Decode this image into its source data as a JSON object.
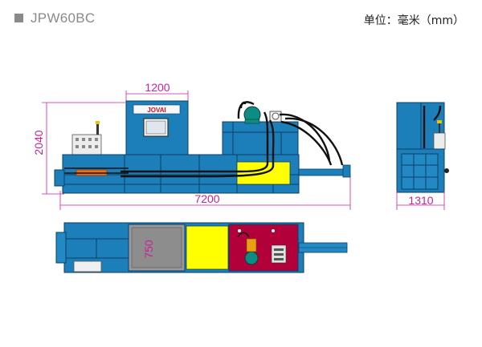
{
  "header": {
    "model": "JPW60BC",
    "unit": "单位：毫米（mm）"
  },
  "dimensions": {
    "overall_length": "7200",
    "height": "2040",
    "hopper_width": "1200",
    "side_width": "1310",
    "top_opening": "750"
  },
  "logo_text": "JOVAI",
  "colors": {
    "machine": "#1c7fb9",
    "chamber": "#ffff00",
    "hydraulic_panel": "#b2003a",
    "dimension": "#c8219a"
  }
}
